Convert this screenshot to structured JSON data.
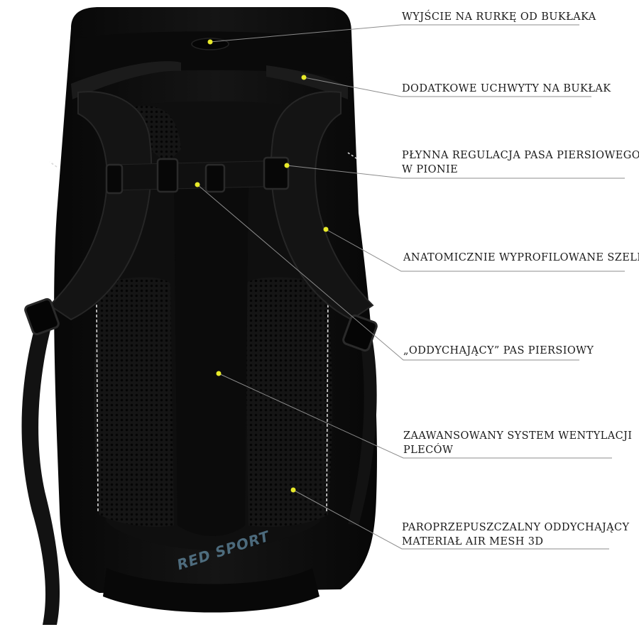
{
  "callouts": [
    {
      "id": "c1",
      "lines": [
        "WYJŚCIE NA RURKĘ OD BUKŁAKA"
      ]
    },
    {
      "id": "c2",
      "lines": [
        "DODATKOWE UCHWYTY NA BUKŁAK"
      ]
    },
    {
      "id": "c3",
      "lines": [
        "PŁYNNA REGULACJA PASA PIERSIOWEGO",
        "W PIONIE"
      ]
    },
    {
      "id": "c4",
      "lines": [
        "ANATOMICZNIE WYPROFILOWANE SZELKI"
      ]
    },
    {
      "id": "c5",
      "lines": [
        "„ODDYCHAJĄCY” PAS PIERSIOWY"
      ]
    },
    {
      "id": "c6",
      "lines": [
        "ZAAWANSOWANY SYSTEM WENTYLACJI",
        "PLECÓW"
      ]
    },
    {
      "id": "c7",
      "lines": [
        "PAROPRZEPUSZCZALNY ODDYCHAJĄCY",
        "MATERIAŁ AIR MESH 3D"
      ]
    }
  ],
  "watermark": {
    "text": "RED SPORT"
  },
  "colors": {
    "backpack": "#0c0c0c",
    "mesh": "#161616",
    "dot": "#e8ea2a",
    "leader_line": "#8c8c8c",
    "reflective_stitch": "#d8d8d8"
  }
}
